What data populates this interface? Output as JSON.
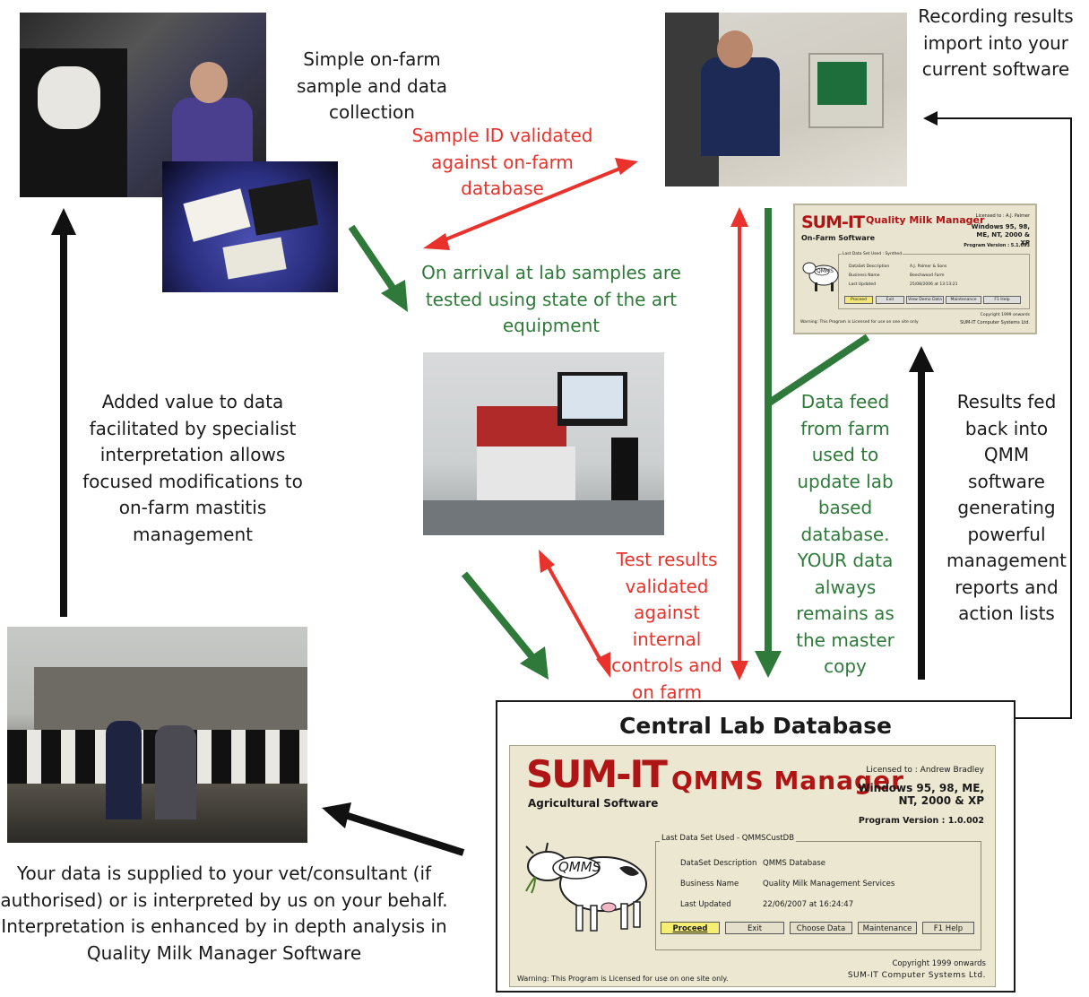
{
  "labels": {
    "onfarm": "Simple on-farm sample and data collection",
    "import": "Recording results import into your current software",
    "sample_id": "Sample ID validated against on-farm database",
    "arrival": "On arrival at lab samples are tested using state of the art equipment",
    "added_value": "Added value to data facilitated by specialist interpretation allows focused modifications to on-farm mastitis management",
    "test_results": "Test results validated against internal controls and on farm data",
    "data_feed": "Data feed from farm used to update lab based database. YOUR data always remains as the master copy",
    "results_fed": "Results fed back into QMM software generating powerful management reports and action lists",
    "supplied": "Your data is supplied to your vet/consultant (if authorised) or is interpreted by us on your behalf. Interpretation is enhanced by in depth analysis in Quality Milk Manager Software"
  },
  "central_lab": {
    "title": "Central Lab Database"
  },
  "qmm_small": {
    "logo": "SUM-IT",
    "product": "Quality Milk Manager",
    "subtitle": "On-Farm Software",
    "licensed_to": "Licensed to : A.J. Palmer",
    "windows": "Windows 95, 98, ME, NT, 2000 & XP",
    "version": "Program Version : 5.1.093",
    "last_data": "Last Data Set Used : Synthed",
    "rows": [
      {
        "k": "DataSet Description",
        "v": "A.J. Palmer & Sons"
      },
      {
        "k": "Business Name",
        "v": "Beechwood Farm"
      },
      {
        "k": "Last Updated",
        "v": "25/08/2006 at 13:13:21"
      }
    ],
    "buttons": [
      "Proceed",
      "Exit",
      "View Demo Data",
      "Maintenance",
      "F1 Help"
    ],
    "warning": "Warning: This Program is Licensed for use on one site only",
    "copyright": "Copyright 1999 onwards",
    "company": "SUM-IT Computer Systems Ltd.",
    "cow_label": "QMMS"
  },
  "qmms_big": {
    "logo": "SUM-IT",
    "product": "QMMS Manager",
    "subtitle": "Agricultural Software",
    "licensed_to": "Licensed to : Andrew Bradley",
    "windows_line1": "Windows 95, 98, ME,",
    "windows_line2": "NT, 2000 & XP",
    "version": "Program Version : 1.0.002",
    "group_label": "Last Data Set Used - QMMSCustDB",
    "rows": [
      {
        "k": "DataSet Description",
        "v": "QMMS Database"
      },
      {
        "k": "Business Name",
        "v": "Quality Milk Management Services"
      },
      {
        "k": "Last Updated",
        "v": "22/06/2007 at 16:24:47"
      }
    ],
    "buttons": [
      "Proceed",
      "Exit",
      "Choose Data",
      "Maintenance",
      "F1  Help"
    ],
    "copyright": "Copyright 1999 onwards",
    "company": "SUM-IT Computer Systems Ltd.",
    "warning": "Warning: This Program is Licensed for use on one site only.",
    "cow_label": "QMMS"
  },
  "colors": {
    "red": "#e8322b",
    "green": "#2f7a3a",
    "black": "#111111"
  }
}
